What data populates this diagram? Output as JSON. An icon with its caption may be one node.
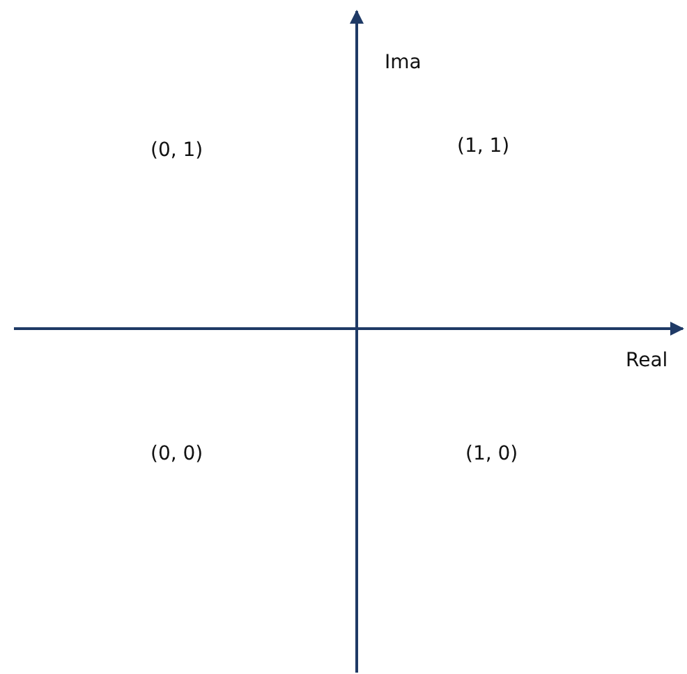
{
  "diagram": {
    "labels": [
      "Ima",
      "(0, 1)",
      "(1, 1)",
      "Real",
      "(0, 0)",
      "(1, 0)"
    ]
  }
}
